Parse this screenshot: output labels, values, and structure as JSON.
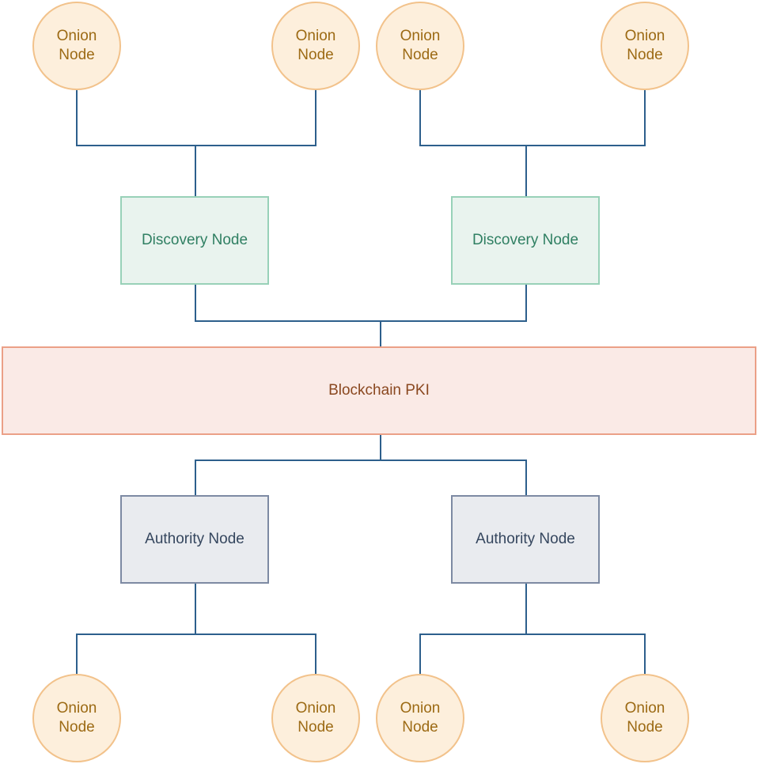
{
  "diagram": {
    "onion_nodes": [
      {
        "label": "Onion Node"
      },
      {
        "label": "Onion Node"
      },
      {
        "label": "Onion Node"
      },
      {
        "label": "Onion Node"
      },
      {
        "label": "Onion Node"
      },
      {
        "label": "Onion Node"
      },
      {
        "label": "Onion Node"
      },
      {
        "label": "Onion Node"
      }
    ],
    "discovery_nodes": [
      {
        "label": "Discovery Node"
      },
      {
        "label": "Discovery Node"
      }
    ],
    "blockchain": {
      "label": "Blockchain PKI"
    },
    "authority_nodes": [
      {
        "label": "Authority Node"
      },
      {
        "label": "Authority Node"
      }
    ],
    "colors": {
      "connector": "#2d5f8c",
      "onion_fill": "#fdefdc",
      "onion_stroke": "#f2c28b",
      "onion_text": "#9c6a14",
      "discovery_fill": "#e9f3ee",
      "discovery_stroke": "#98d1b8",
      "discovery_text": "#2f7f62",
      "authority_fill": "#e9ebef",
      "authority_stroke": "#7d8aa3",
      "authority_text": "#35465e",
      "pki_fill": "#faeae6",
      "pki_stroke": "#eba087",
      "pki_text": "#8a4820"
    }
  }
}
